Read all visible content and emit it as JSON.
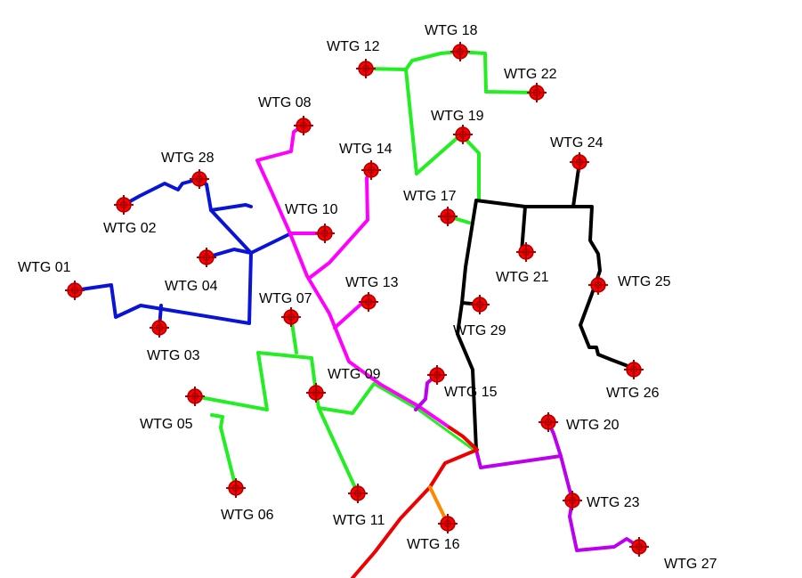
{
  "colors": {
    "background": "#ffffff",
    "turbine_marker": "#ff0000",
    "turbine_cross": "#aa0000",
    "label": "#000000",
    "feeder_blue": "#0a14d6",
    "feeder_magenta": "#ff00ff",
    "feeder_green": "#22ee22",
    "feeder_black": "#000000",
    "feeder_purple": "#bb00ee",
    "feeder_red": "#ee0000",
    "feeder_orange": "#ff8800"
  },
  "turbines": [
    {
      "id": "WTG 01",
      "label": "WTG 01"
    },
    {
      "id": "WTG 02",
      "label": "WTG 02"
    },
    {
      "id": "WTG 03",
      "label": "WTG 03"
    },
    {
      "id": "WTG 04",
      "label": "WTG 04"
    },
    {
      "id": "WTG 05",
      "label": "WTG 05"
    },
    {
      "id": "WTG 06",
      "label": "WTG 06"
    },
    {
      "id": "WTG 07",
      "label": "WTG 07"
    },
    {
      "id": "WTG 08",
      "label": "WTG 08"
    },
    {
      "id": "WTG 09",
      "label": "WTG 09"
    },
    {
      "id": "WTG 10",
      "label": "WTG 10"
    },
    {
      "id": "WTG 11",
      "label": "WTG 11"
    },
    {
      "id": "WTG 12",
      "label": "WTG 12"
    },
    {
      "id": "WTG 13",
      "label": "WTG 13"
    },
    {
      "id": "WTG 14",
      "label": "WTG 14"
    },
    {
      "id": "WTG 15",
      "label": "WTG 15"
    },
    {
      "id": "WTG 16",
      "label": "WTG 16"
    },
    {
      "id": "WTG 17",
      "label": "WTG 17"
    },
    {
      "id": "WTG 18",
      "label": "WTG 18"
    },
    {
      "id": "WTG 19",
      "label": "WTG 19"
    },
    {
      "id": "WTG 20",
      "label": "WTG 20"
    },
    {
      "id": "WTG 21",
      "label": "WTG 21"
    },
    {
      "id": "WTG 22",
      "label": "WTG 22"
    },
    {
      "id": "WTG 23",
      "label": "WTG 23"
    },
    {
      "id": "WTG 24",
      "label": "WTG 24"
    },
    {
      "id": "WTG 25",
      "label": "WTG 25"
    },
    {
      "id": "WTG 26",
      "label": "WTG 26"
    },
    {
      "id": "WTG 27",
      "label": "WTG 27"
    },
    {
      "id": "WTG 28",
      "label": "WTG 28"
    },
    {
      "id": "WTG 29",
      "label": "WTG 29"
    }
  ]
}
